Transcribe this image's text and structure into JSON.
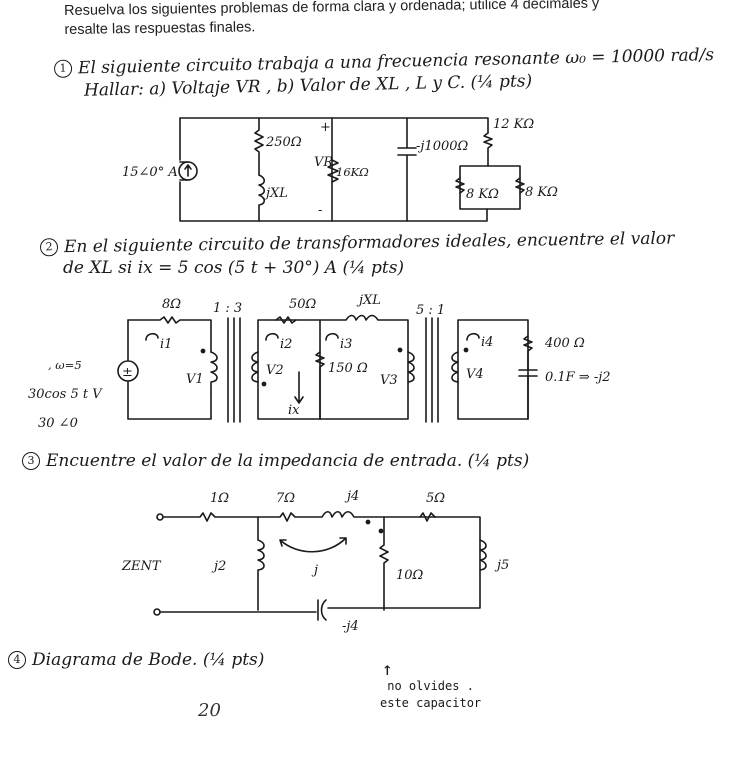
{
  "header": {
    "line1": "Resuelva los siguientes problemas de forma clara y ordenada; utilice 4 decimales y",
    "line2": "resalte las respuestas finales."
  },
  "problem1": {
    "number": "1",
    "line1": "El siguiente circuito trabaja a una frecuencia resonante ω₀ = 10000 rad/s",
    "line2": "Hallar: a) Voltaje VR , b) Valor de XL , L y C. (¼ pts)",
    "labels": {
      "source": "15∠0° A",
      "r250": "250Ω",
      "jxl": "jXL",
      "plus": "+",
      "minus": "-",
      "vr": "VR",
      "r16k": "16KΩ",
      "cap": "-j1000Ω",
      "r12k": "12 KΩ",
      "r8k_a": "8 KΩ",
      "r8k_b": "8 KΩ"
    }
  },
  "problem2": {
    "number": "2",
    "line1": "En el siguiente circuito de transformadores ideales, encuentre el valor",
    "line2": "de XL si ix = 5 cos (5 t + 30°) A      (¼ pts)",
    "labels": {
      "r8": "8Ω",
      "ratio1": "1 : 3",
      "r50": "50Ω",
      "jxl": "jXL",
      "ratio2": "5 : 1",
      "i1": "i1",
      "i2": "i2",
      "i3": "i3",
      "i4": "i4",
      "v1": "V1",
      "v2": "V2",
      "v3": "V3",
      "v4": "V4",
      "r150": "150 Ω",
      "ix": "ix",
      "r400": "400 Ω",
      "cap": "0.1F ⇒ -j2",
      "omega": ", ω=5",
      "src1": "30cos 5 t V",
      "src2": "30 ∠0"
    }
  },
  "problem3": {
    "number": "3",
    "text": "Encuentre el valor de la impedancia de entrada. (¼ pts)",
    "labels": {
      "r1": "1Ω",
      "r7": "7Ω",
      "j4": "j4",
      "r5": "5Ω",
      "zent": "ZENT",
      "j2": "j2",
      "j": "j",
      "r10": "10Ω",
      "j5": "j5",
      "capj4": "-j4"
    }
  },
  "problem4": {
    "number": "4",
    "text": "Diagrama de Bode. (¼ pts)"
  },
  "note": {
    "arrow": "↑",
    "line1": "no olvides .",
    "line2": "este capacitor"
  },
  "score": "20"
}
